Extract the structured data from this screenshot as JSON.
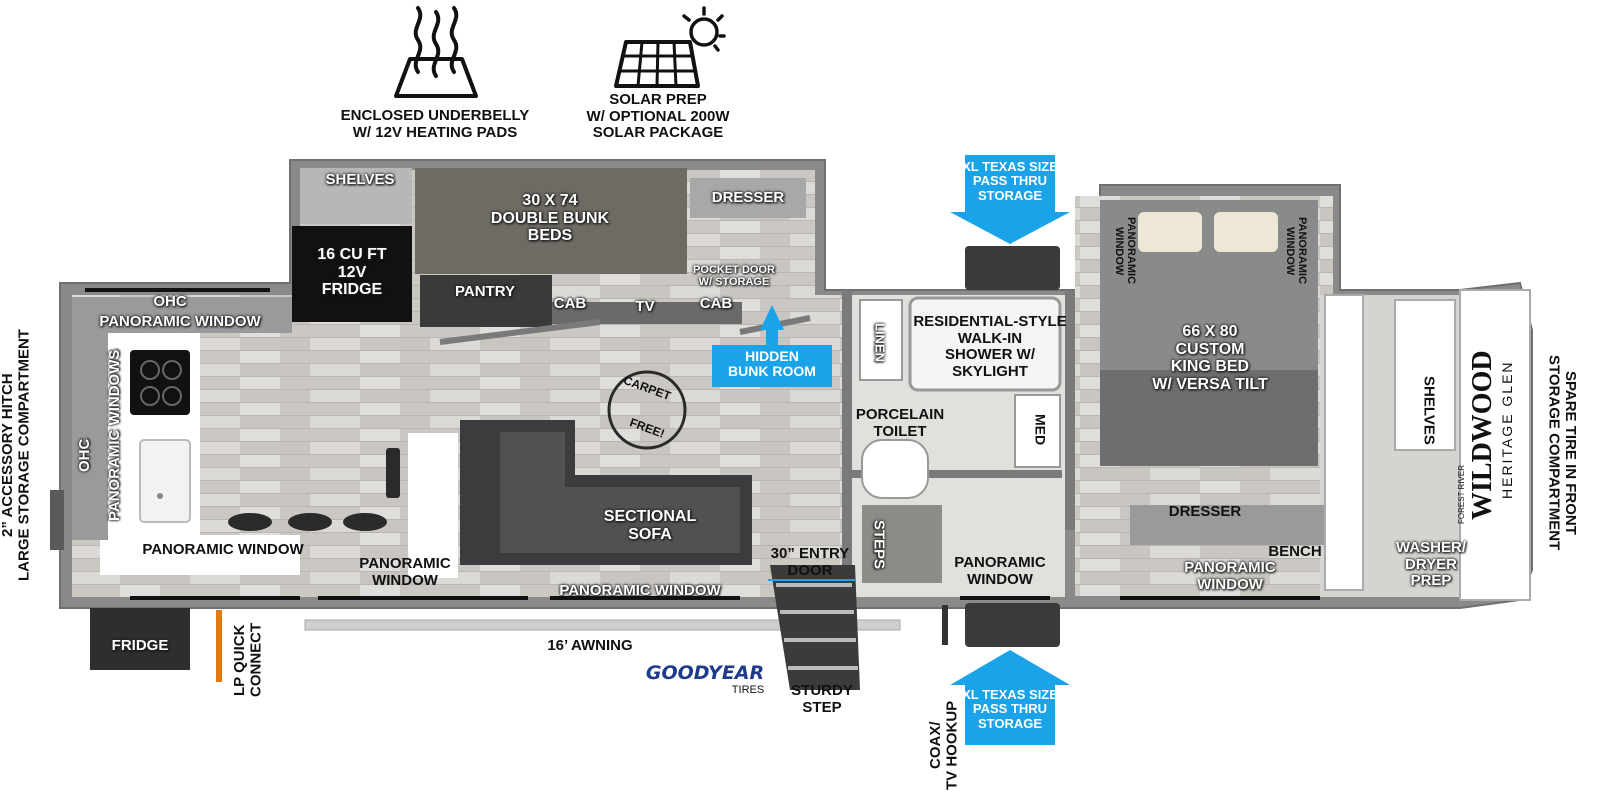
{
  "features": {
    "underbelly": "ENCLOSED UNDERBELLY\nW/ 12V HEATING PADS",
    "solar": "SOLAR PREP\nW/ OPTIONAL 200W\nSOLAR PACKAGE"
  },
  "callouts": {
    "storage_top": "XL TEXAS SIZE\nPASS THRU\nSTORAGE",
    "storage_bottom": "XL TEXAS SIZE\nPASS THRU\nSTORAGE",
    "hidden_bunk": "HIDDEN\nBUNK ROOM"
  },
  "rooms": {
    "shelves_bunk": "SHELVES",
    "bunk_beds": "30 X 74\nDOUBLE BUNK\nBEDS",
    "dresser_bunk": "DRESSER",
    "fridge_12v": "16 CU FT\n12V\nFRIDGE",
    "pantry": "PANTRY",
    "cab_left": "CAB",
    "tv": "TV",
    "cab_right": "CAB",
    "pocket_door": "POCKET DOOR\nW/ STORAGE",
    "ohc_top": "OHC",
    "panoramic_window_top_left": "PANORAMIC WINDOW",
    "ohc_side": "OHC",
    "panoramic_windows_side": "PANORAMIC WINDOWS",
    "panoramic_window_bottom_left": "PANORAMIC WINDOW",
    "panoramic_window_mid": "PANORAMIC\nWINDOW",
    "carpet_free_top": "CARPET",
    "carpet_free_bottom": "FREE!",
    "sectional_sofa": "SECTIONAL\nSOFA",
    "panoramic_window_sofa": "PANORAMIC WINDOW",
    "entry_door": "30” ENTRY\nDOOR",
    "linen": "LINEN",
    "shower": "RESIDENTIAL-STYLE\nWALK-IN\nSHOWER W/\nSKYLIGHT",
    "toilet": "PORCELAIN\nTOILET",
    "med": "MED",
    "steps": "STEPS",
    "panoramic_window_bath": "PANORAMIC\nWINDOW",
    "panoramic_window_bed_left": "PANORAMIC\nWINDOW",
    "panoramic_window_bed_right": "PANORAMIC\nWINDOW",
    "king_bed": "66 X 80\nCUSTOM\nKING BED\nW/ VERSA TILT",
    "dresser_bed": "DRESSER",
    "bench": "BENCH",
    "panoramic_window_bedroom": "PANORAMIC\nWINDOW",
    "shelves_front": "SHELVES",
    "washer_dryer": "WASHER/\nDRYER\nPREP"
  },
  "exterior": {
    "accessory_hitch": "2” ACCESSORY HITCH\nLARGE STORAGE COMPARTMENT",
    "fridge_outdoor": "FRIDGE",
    "lp_quick_connect": "LP QUICK\nCONNECT",
    "awning": "16’ AWNING",
    "tires_brand": "GOODYEAR",
    "tires_sub": "TIRES",
    "sturdy_step": "STURDY\nSTEP",
    "coax": "COAX/\nTV HOOKUP",
    "spare_tire": "SPARE TIRE IN FRONT\nSTORAGE COMPARTMENT"
  },
  "brand": {
    "name": "WILDWOOD",
    "sub": "HERITAGE GLEN",
    "maker": "FOREST RIVER"
  },
  "colors": {
    "wall": "#7a7a7a",
    "floor": "#cfcdc9",
    "counter": "#ffffff",
    "bunk": "#6e6a64",
    "sofa": "#3c3c3e",
    "bed": "#888a8c",
    "callout": "#1aa3e8",
    "goodyear": "#1e3a8a",
    "lp": "#e07b14"
  }
}
